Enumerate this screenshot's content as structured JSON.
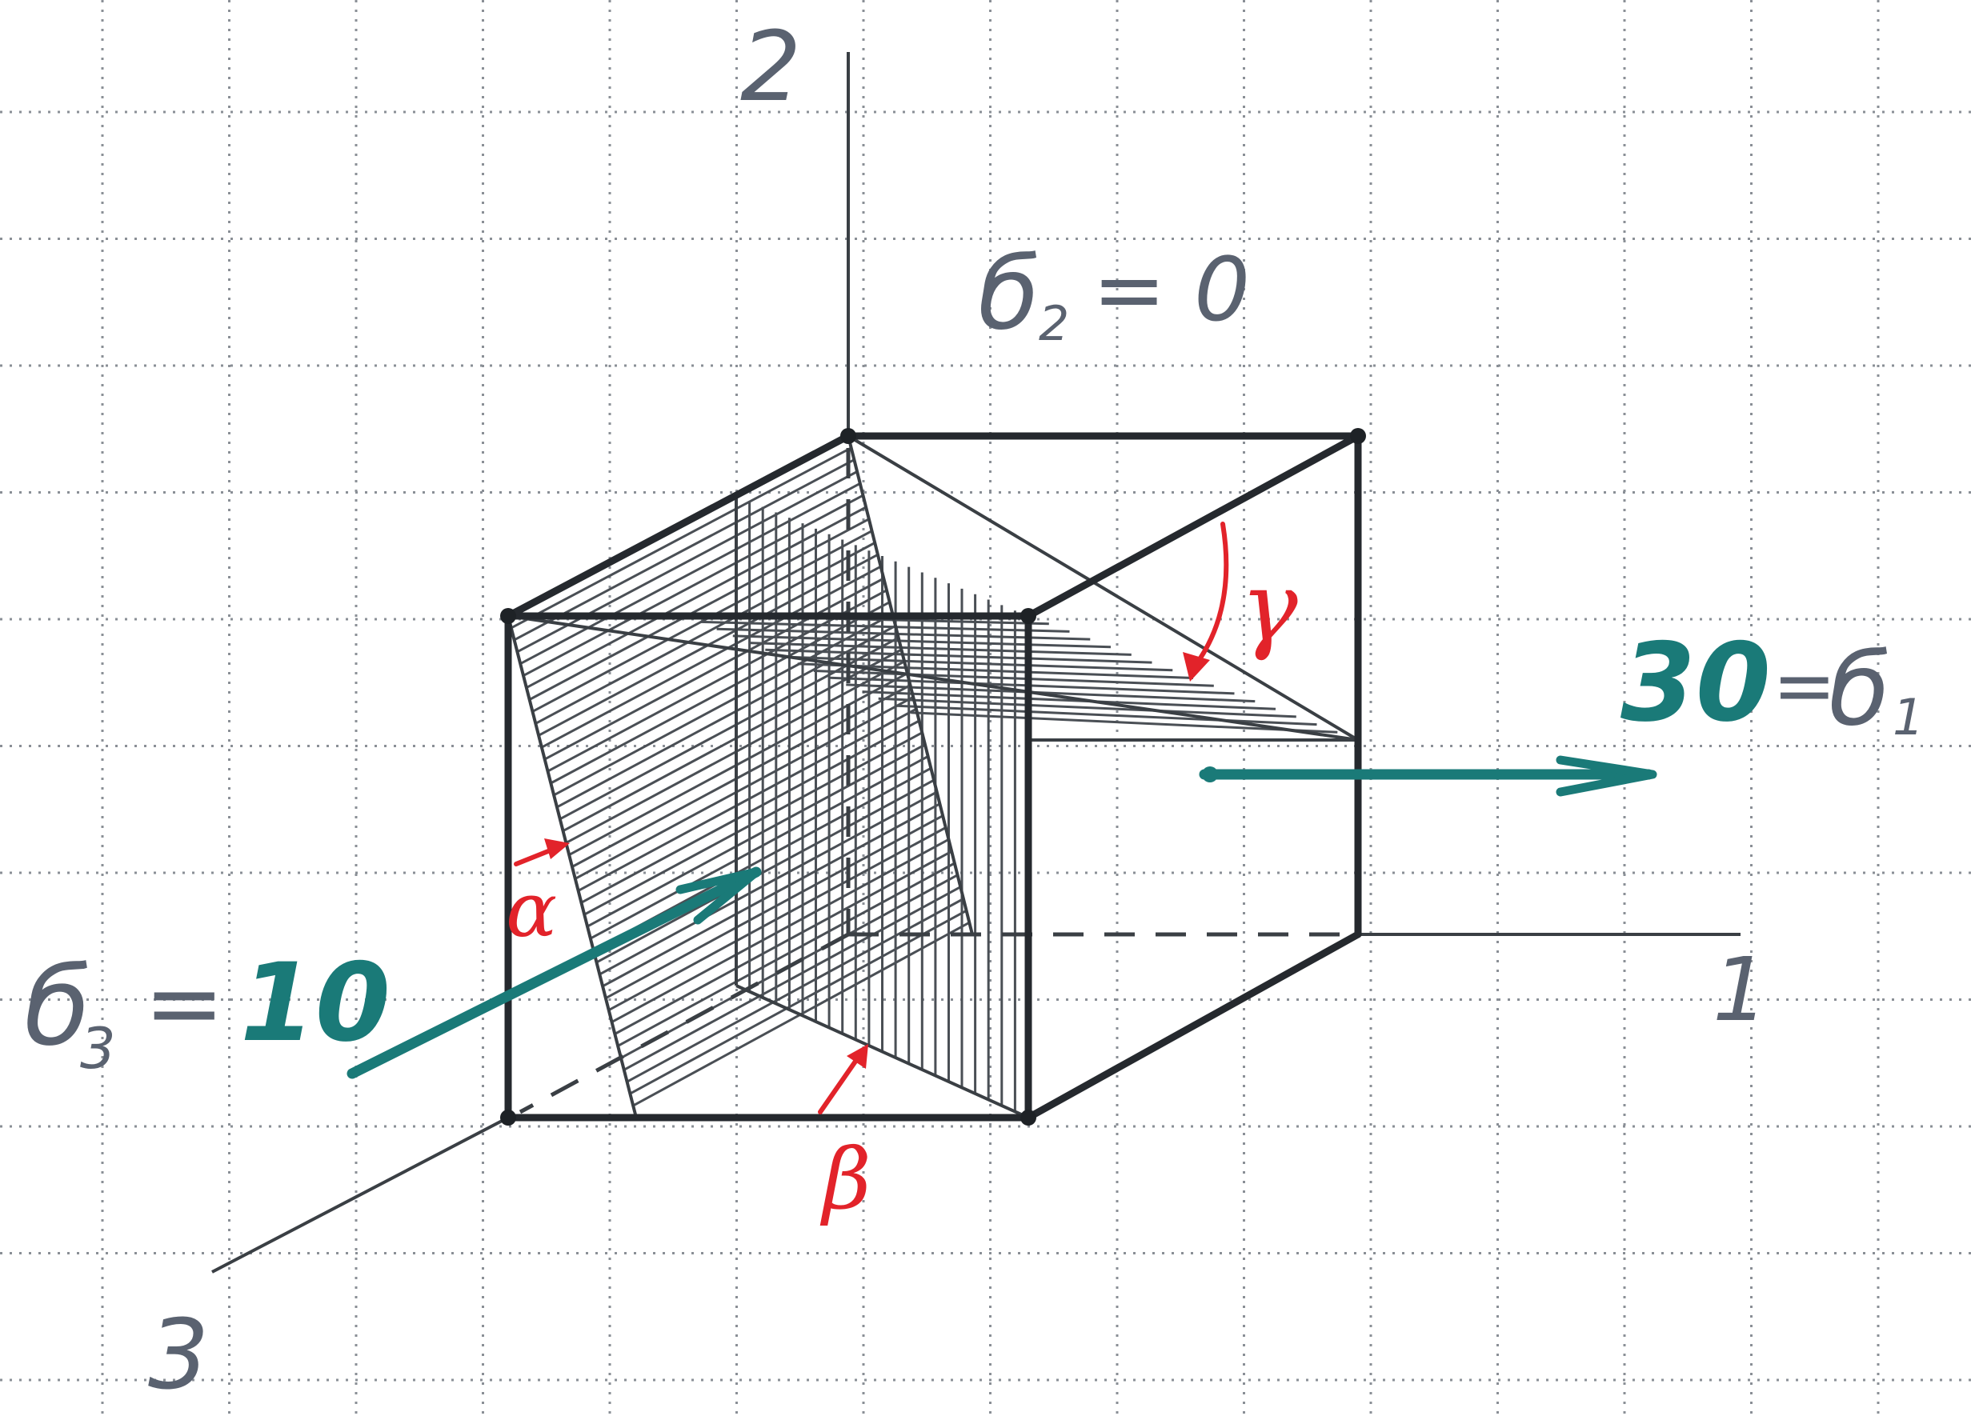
{
  "axes": {
    "axis_1": "1",
    "axis_2": "2",
    "axis_3": "3"
  },
  "stresses": {
    "sigma_1": {
      "symbol": "б",
      "subscript": "1",
      "relation": "30 =",
      "value": "30"
    },
    "sigma_2": {
      "symbol": "б",
      "subscript": "2",
      "relation": "= 0",
      "value": "0"
    },
    "sigma_3": {
      "symbol": "б",
      "subscript": "3",
      "relation": "=",
      "value": "10"
    }
  },
  "angles": {
    "alpha": "α",
    "beta": "β",
    "gamma": "γ"
  },
  "colors": {
    "edges": "#25292e",
    "grid": "#8a8f96",
    "force_arrows": "#1a7a78",
    "angle_marks": "#e2232a",
    "handwritten_labels": "#5a6270"
  }
}
